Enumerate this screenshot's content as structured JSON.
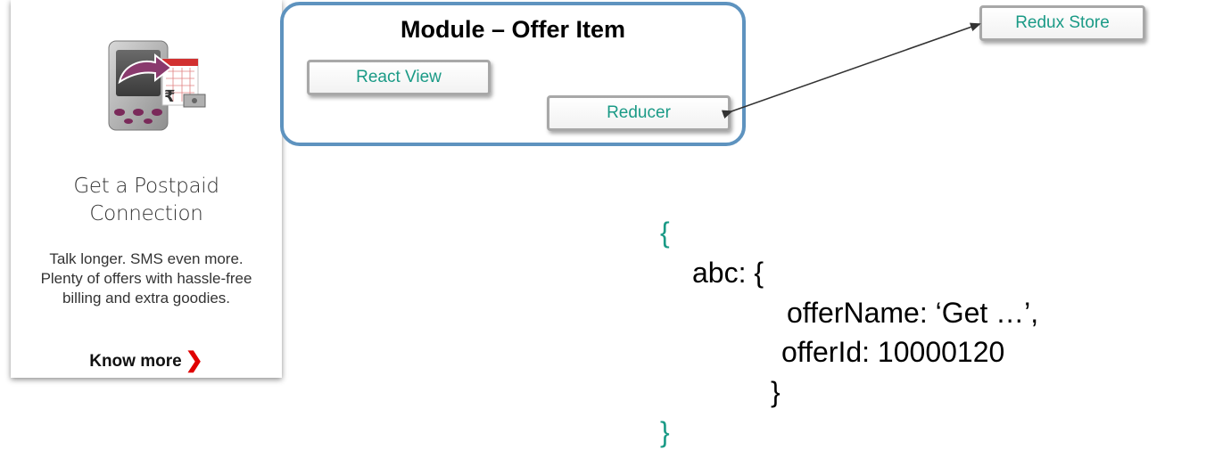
{
  "card": {
    "title_line1": "Get a Postpaid",
    "title_line2": "Connection",
    "desc_line1": "Talk longer. SMS even more.",
    "desc_line2": "Plenty of offers with hassle-free",
    "desc_line3": "billing and extra goodies.",
    "know_more": "Know more",
    "rupee": "₹"
  },
  "module": {
    "title": "Module – Offer Item",
    "react_view": "React View",
    "reducer": "Reducer"
  },
  "store": {
    "label": "Redux Store"
  },
  "code": {
    "open_brace": "{",
    "abc_line": "abc: {",
    "offer_name_line": "offerName: ‘Get …’,",
    "offer_id_line": "offerId: 10000120",
    "inner_close": "}",
    "close_brace": "}"
  },
  "colors": {
    "accent_teal": "#1a9a86",
    "module_border": "#5e93bf",
    "chevron_red": "#e00000"
  }
}
